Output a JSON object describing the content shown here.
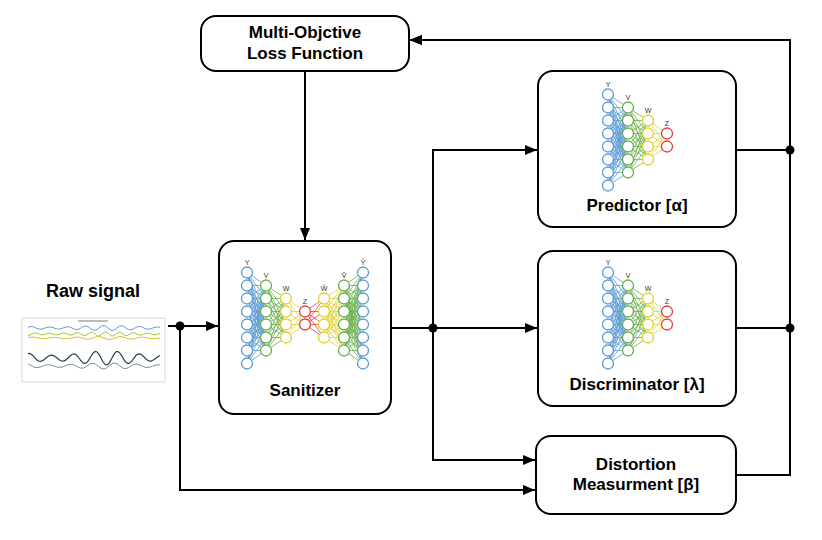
{
  "diagram": {
    "nodes": [
      {
        "text": [
          "Multi-Objctive Loss Function"
        ]
      },
      {
        "text": [
          "Raw signal"
        ]
      },
      {
        "text": [
          "Sanitizer"
        ]
      },
      {
        "text": [
          "Predictor [α]"
        ]
      },
      {
        "text": [
          "Discriminator [λ]"
        ]
      },
      {
        "text": [
          "Distortion Measurment [β]"
        ]
      }
    ],
    "edges": [
      {
        "from": 1,
        "to": 2,
        "arrow": "to"
      },
      {
        "from": 1,
        "to": 5,
        "arrow": "to"
      },
      {
        "from": 2,
        "to": 3,
        "arrow": "to"
      },
      {
        "from": 2,
        "to": 4,
        "arrow": "to"
      },
      {
        "from": 2,
        "to": 5,
        "arrow": "to"
      },
      {
        "from": 3,
        "to": 0,
        "arrow": "to"
      },
      {
        "from": 4,
        "to": 0,
        "arrow": "to"
      },
      {
        "from": 5,
        "to": 0,
        "arrow": "to"
      },
      {
        "from": 0,
        "to": 2,
        "arrow": "to"
      }
    ],
    "labels": [
      "Y",
      "V",
      "W",
      "Z",
      "Ŵ",
      "V̂",
      "Ŷ",
      "Y",
      "V",
      "W",
      "Z",
      "Y",
      "V",
      "W",
      "Z"
    ]
  }
}
